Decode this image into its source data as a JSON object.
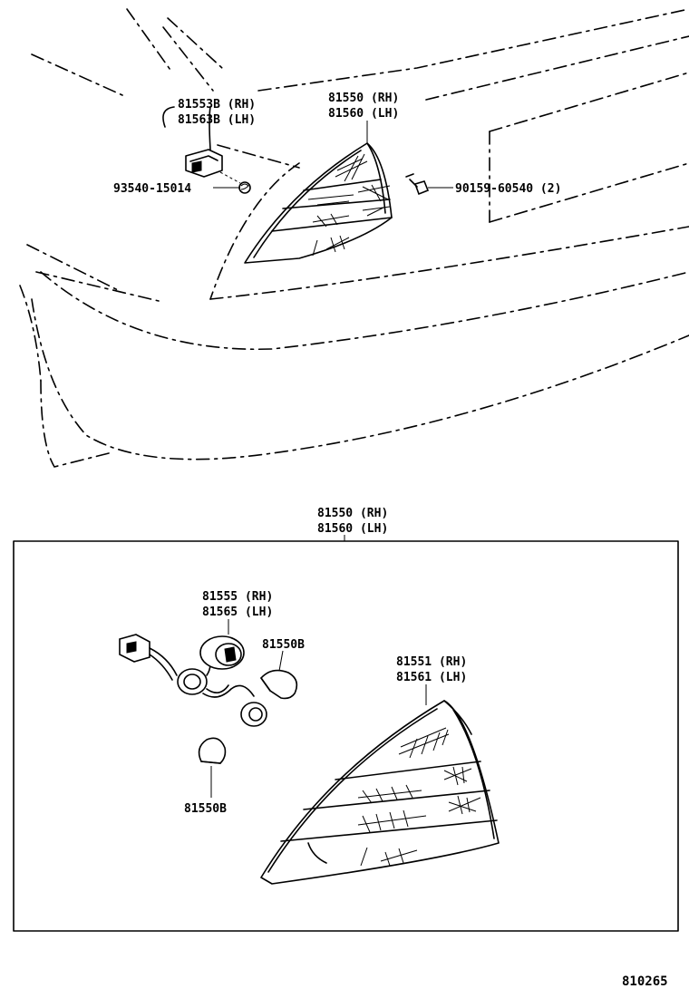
{
  "diagram_number": "810265",
  "colors": {
    "line": "#000000",
    "background": "#ffffff"
  },
  "top_view": {
    "label_81553B": {
      "line1": "81553B (RH)",
      "line2": "81563B (LH)"
    },
    "label_81550": {
      "line1": "81550 (RH)",
      "line2": "81560 (LH)"
    },
    "label_93540": "93540-15014",
    "label_90159": "90159-60540 (2)"
  },
  "detail_box": {
    "header": {
      "line1": "81550 (RH)",
      "line2": "81560 (LH)"
    },
    "label_81555": {
      "line1": "81555 (RH)",
      "line2": "81565 (LH)"
    },
    "label_81550B_upper": "81550B",
    "label_81550B_lower": "81550B",
    "label_81551": {
      "line1": "81551 (RH)",
      "line2": "81561 (LH)"
    }
  }
}
